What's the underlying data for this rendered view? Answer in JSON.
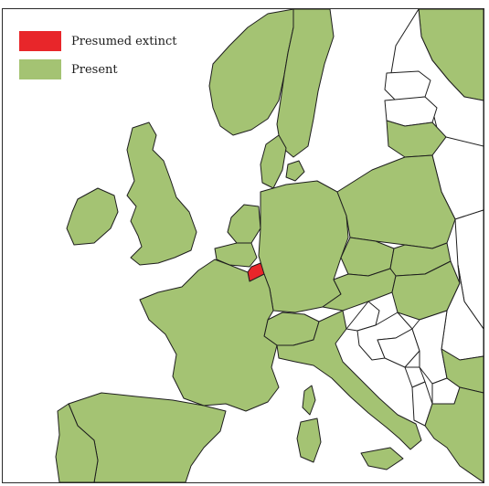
{
  "legend": {
    "items": [
      {
        "label": "Presumed extinct",
        "color": "#e8262a"
      },
      {
        "label": "Present",
        "color": "#a4c373"
      }
    ]
  },
  "colors": {
    "present": "#a4c373",
    "absent": "#ffffff",
    "extinct": "#e8262a",
    "border": "#1e1e1e"
  },
  "regions": [
    {
      "name": "Norway",
      "status": "present"
    },
    {
      "name": "Sweden",
      "status": "present"
    },
    {
      "name": "Finland",
      "status": "present"
    },
    {
      "name": "Estonia",
      "status": "absent"
    },
    {
      "name": "Latvia",
      "status": "absent"
    },
    {
      "name": "Lithuania",
      "status": "present"
    },
    {
      "name": "Belarus",
      "status": "absent"
    },
    {
      "name": "Ukraine",
      "status": "absent"
    },
    {
      "name": "Denmark",
      "status": "present"
    },
    {
      "name": "Great Britain",
      "status": "present"
    },
    {
      "name": "Ireland",
      "status": "present"
    },
    {
      "name": "Netherlands",
      "status": "present"
    },
    {
      "name": "Belgium",
      "status": "present"
    },
    {
      "name": "Luxembourg",
      "status": "extinct"
    },
    {
      "name": "Germany",
      "status": "present"
    },
    {
      "name": "Poland",
      "status": "present"
    },
    {
      "name": "Czech Republic",
      "status": "present"
    },
    {
      "name": "Slovakia",
      "status": "present"
    },
    {
      "name": "Austria",
      "status": "present"
    },
    {
      "name": "Hungary",
      "status": "present"
    },
    {
      "name": "Romania",
      "status": "absent"
    },
    {
      "name": "Switzerland",
      "status": "present"
    },
    {
      "name": "France",
      "status": "present"
    },
    {
      "name": "Spain",
      "status": "present"
    },
    {
      "name": "Portugal",
      "status": "present"
    },
    {
      "name": "Italy",
      "status": "present"
    },
    {
      "name": "Slovenia",
      "status": "absent"
    },
    {
      "name": "Croatia",
      "status": "absent"
    },
    {
      "name": "Serbia",
      "status": "absent"
    },
    {
      "name": "Bosnia",
      "status": "absent"
    },
    {
      "name": "Montenegro",
      "status": "absent"
    },
    {
      "name": "Albania",
      "status": "absent"
    },
    {
      "name": "Macedonia",
      "status": "absent"
    },
    {
      "name": "Bulgaria",
      "status": "present"
    },
    {
      "name": "Greece",
      "status": "present"
    },
    {
      "name": "Corsica",
      "status": "present"
    },
    {
      "name": "Sardinia",
      "status": "present"
    },
    {
      "name": "Sicily",
      "status": "present"
    }
  ]
}
